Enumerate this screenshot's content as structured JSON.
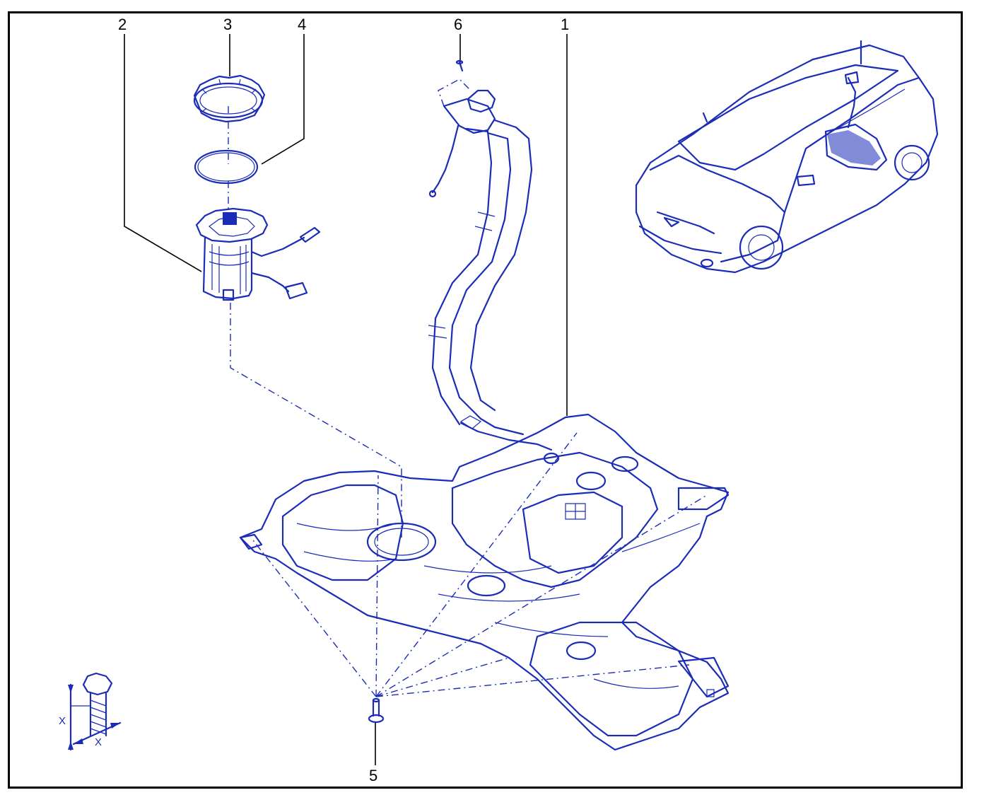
{
  "callouts": {
    "c1": "1",
    "c2": "2",
    "c3": "3",
    "c4": "4",
    "c5": "5",
    "c6": "6"
  },
  "dimension_labels": {
    "vertical": "X",
    "horizontal": "X"
  },
  "colors": {
    "line_art": "#1a2cb8",
    "leader_lines": "#000000",
    "frame": "#000000"
  }
}
